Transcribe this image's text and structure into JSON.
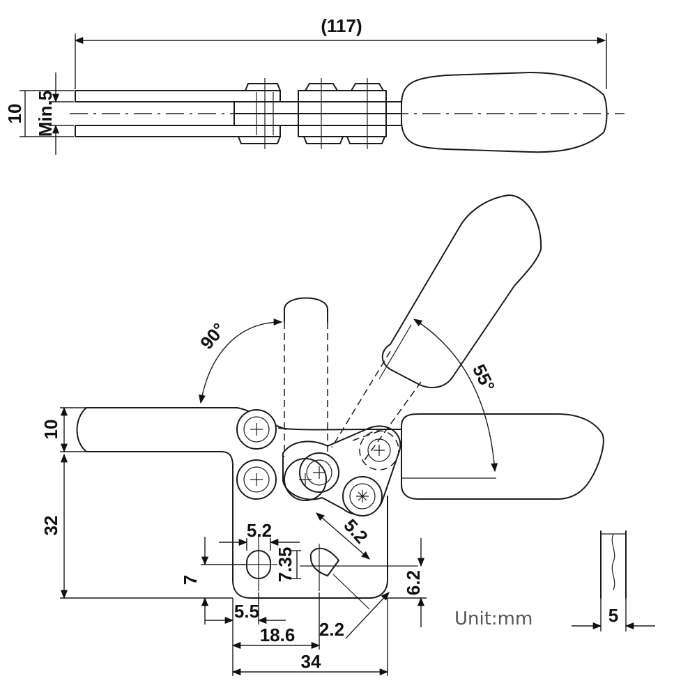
{
  "dimensions": {
    "overall_length": "(117)",
    "height_10_top": "10",
    "min5": "Min.5",
    "angle_90": "90°",
    "angle_55": "55°",
    "height_10_side": "10",
    "height_32": "32",
    "hole_5_2_a": "5.2",
    "hole_5_2_b": "5.2",
    "dim_7_35": "7.35",
    "dim_7": "7",
    "dim_6_2": "6.2",
    "dim_5_5": "5.5",
    "dim_2_2": "2.2",
    "dim_18_6": "18.6",
    "dim_34": "34",
    "thickness_5": "5"
  },
  "unit_label": "Unit:mm"
}
